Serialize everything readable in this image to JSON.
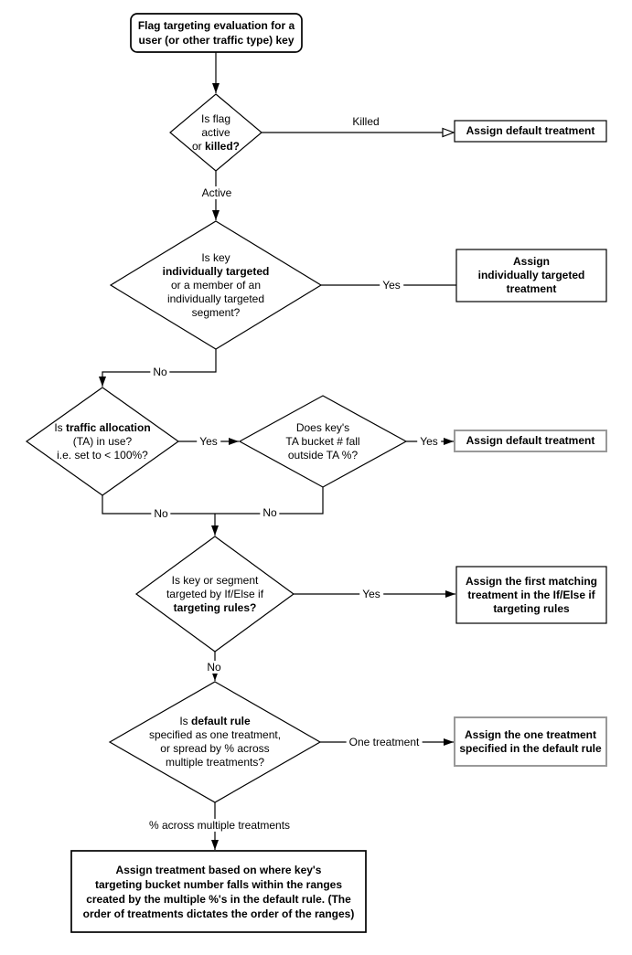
{
  "nodes": {
    "start": {
      "line1": "Flag targeting evaluation for a",
      "line2": "user (or other traffic type) key"
    },
    "d1": {
      "line1": "Is flag",
      "line2": "active",
      "line3_pre": "or ",
      "line3_bold": "killed?"
    },
    "box1": {
      "label": "Assign default treatment"
    },
    "d2": {
      "line1": "Is key",
      "line2_bold": "individually targeted",
      "line3": "or a member of an",
      "line4": "individually targeted",
      "line5": "segment?"
    },
    "box2": {
      "line1": "Assign",
      "line2": "individually targeted",
      "line3": "treatment"
    },
    "d3": {
      "line1_pre": "Is ",
      "line1_bold": "traffic allocation",
      "line2": "(TA) in use?",
      "line3": "i.e. set to < 100%?"
    },
    "d4": {
      "line1": "Does key's",
      "line2": "TA bucket # fall",
      "line3": "outside TA %?"
    },
    "box3": {
      "label": "Assign default treatment"
    },
    "d5": {
      "line1": "Is key or segment",
      "line2": "targeted by If/Else if",
      "line3_bold": "targeting rules?"
    },
    "box4": {
      "line1": "Assign the first matching",
      "line2": "treatment in the If/Else if",
      "line3": "targeting rules"
    },
    "d6": {
      "line1_pre": "Is ",
      "line1_bold": "default rule",
      "line2": "specified as one treatment,",
      "line3": "or spread by % across",
      "line4": "multiple treatments?"
    },
    "box5": {
      "line1": "Assign the one treatment",
      "line2": "specified in the default rule"
    },
    "box6": {
      "line1": "Assign treatment based on where key's",
      "line2": "targeting bucket number falls within the ranges",
      "line3": "created by the multiple %'s in the default rule. (The",
      "line4": "order of treatments dictates the order of the ranges)"
    }
  },
  "labels": {
    "killed": "Killed",
    "active": "Active",
    "yes_individual": "Yes",
    "no_individual": "No",
    "yes_ta": "Yes",
    "yes_outside": "Yes",
    "no_ta": "No",
    "no_outside": "No",
    "yes_rules": "Yes",
    "no_rules": "No",
    "one_treatment": "One treatment",
    "pct_across": "% across multiple treatments"
  },
  "colors": {
    "stroke": "#000000",
    "gray_border": "#999999",
    "fill": "#ffffff"
  }
}
